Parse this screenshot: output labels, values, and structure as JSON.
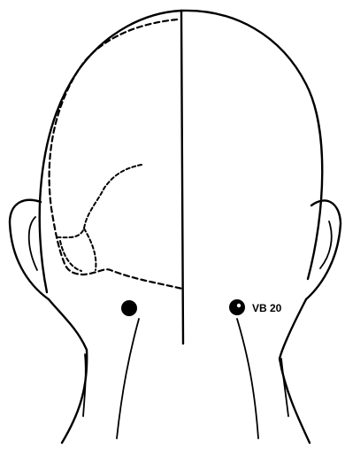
{
  "diagram": {
    "points": [
      {
        "id": "left-point",
        "label": ""
      },
      {
        "id": "right-point",
        "label": "VB 20"
      }
    ]
  }
}
